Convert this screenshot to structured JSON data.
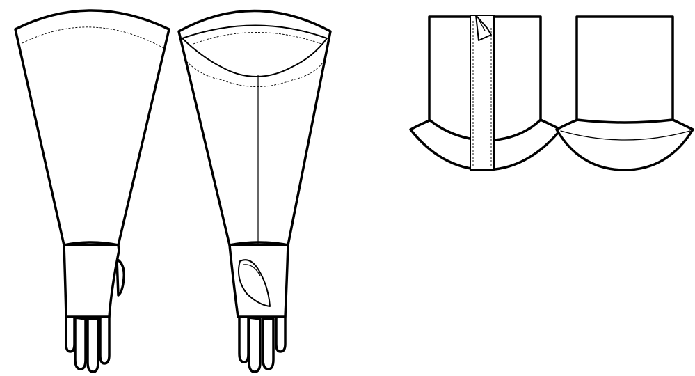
{
  "drawing": {
    "type": "technical-flat",
    "background": "#ffffff",
    "line_color": "#000000",
    "views": [
      "glove-front",
      "glove-back",
      "collar-front",
      "collar-back"
    ]
  }
}
